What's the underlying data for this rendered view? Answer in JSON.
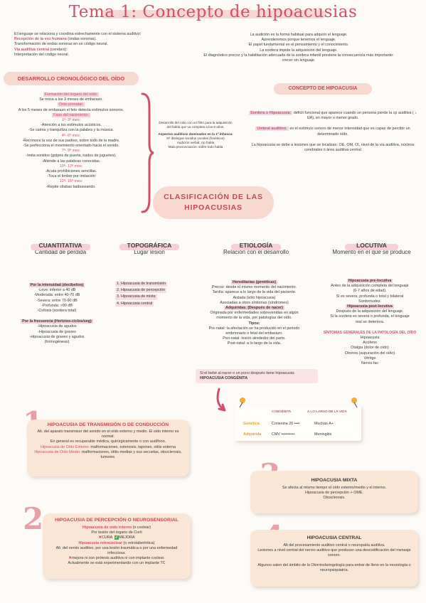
{
  "title": "Tema 1: Concepto de hipoacusias",
  "intro_left": {
    "line1": "El lenguaje se relaciona y coordina estrechamente con el sistema auditivo:",
    "line2_a": "Recepción de la voz humana",
    "line2_b": " (ondas sonoras).",
    "line3": "Transformación de ondas sonoras en un código neural.",
    "line4_a": "Vía auditiva central",
    "line4_b": " (cerebro):",
    "line5": "Interpretación del código neural."
  },
  "intro_right": [
    "La audición es la forma habitual para adquirir el lenguaje.",
    "Aprenderemos porque tenemos el lenguaje.",
    "El papel fundamental en el pensamiento y el conocimiento.",
    "La sordera impide la adquisición del lenguaje.",
    "El diagnóstico precoz y la habilitación adecuada de la sordera infantil previene la consecuencia más importante:",
    "crecer sin lenguaje."
  ],
  "desarrollo": {
    "title": "DESARROLLO CRONOLÓGICO DEL OÍDO",
    "items": [
      {
        "t": "Formación del órgano del oído:",
        "h": true
      },
      {
        "t": "Se inicia a los 3 meses de embarazo.",
        "h": false
      },
      {
        "t": "Oído prenatal:",
        "h": true
      },
      {
        "t": "A los 5 meses de embarazo el feto detecta estímulos sonoros.",
        "h": false
      },
      {
        "t": "Fase del nacimiento:",
        "h": true
      },
      {
        "t": "1º- 3º mes:",
        "h": "pink"
      },
      {
        "t": "-Atención a los estímulos acústicos.",
        "h": false
      },
      {
        "t": "-Se calma y tranquiliza con la palabra y la música.",
        "h": false
      },
      {
        "t": "4º- 6º mes:",
        "h": "pink"
      },
      {
        "t": "-Reconoce la voz de sus padres, sobre todo de la madre.",
        "h": false
      },
      {
        "t": "-Se perfecciona el movimiento orientado hacia el sonido.",
        "h": false
      },
      {
        "t": "7º- 9º mes:",
        "h": "pink"
      },
      {
        "t": "-Imita sonidos (golpes de puerta, ruidos de juguetes).",
        "h": false
      },
      {
        "t": "-Atiende a las palabras conocidas.",
        "h": false
      },
      {
        "t": "10º- 12º mes:",
        "h": "pink"
      },
      {
        "t": "-Acata prohibiciones sencillas.",
        "h": false
      },
      {
        "t": "-Toca el timbre por imitación",
        "h": false
      },
      {
        "t": "12º- 15º mes:",
        "h": "pink"
      },
      {
        "t": "-Repite sílabas balbuceando.",
        "h": false
      }
    ],
    "side_note": [
      "Desarrollo del oído con un filtro para la adquisición",
      "del habla que va completo a los 6 años.",
      "",
      "Aspectos auditivos dominados en la 1ª infancia:",
      "Nº distingue sonidos vocales (fonéticos)",
      "Audición verbal: cip habla",
      "Mala pronunciación: sobre todo habla"
    ]
  },
  "concepto": {
    "title": "CONCEPTO DE HIPOACUSIA",
    "p1_label": "Sordera o Hipoacusia:",
    "p1_text": " déficit funcional que aparece cuando un persona pierde la cp auditiva ( ↓ UA), en mayor o menor grado.",
    "p2_label": "Umbral auditivo:",
    "p2_text": " es el estímulo sonoro de menor intensidad que es capaz de percibir un determinado oído.",
    "p3": "La hipoacusia se debe a lesiones que se localizan: OE, OM, OI, nivel de la vía auditiva, núcleos cerebrales o área auditiva central"
  },
  "clasificacion_title": "CLASIFICACIÓN DE LAS HIPOACUSIAS",
  "categories": [
    {
      "title": "CUANTITATIVA",
      "sub": "Cantidad de pérdida"
    },
    {
      "title": "TOPOGRÁFICA",
      "sub": "Lugar lesión"
    },
    {
      "title": "ETIOLOGÍA",
      "sub": "Relación con el desarrollo"
    },
    {
      "title": "LOCUTIVA",
      "sub": "Momento en el que se produce"
    }
  ],
  "cuantitativa": {
    "h1": "Por la intensidad (decibelios)",
    "l1": [
      "-Leve: inferior a 40 dB",
      "-Moderada: entre 40-70 dB",
      "-Severa: entre 70-90 dB",
      "-Profunda: >90 dB",
      "-Cofosis (sordera total)"
    ],
    "h2": "Por la frecuencia (Hertzios-ciclos/seg)",
    "l2": [
      "-Hipoacusia de agudos",
      "-Hipoacusia de graves",
      "-Hipoacusia de graves y agudos",
      "(homogéneas)"
    ]
  },
  "topografica": [
    "1. Hipoacusia de transmisión",
    "2. Hipoacusia de percepción",
    "3. Hipoacusia de mixta",
    "4. Hipoacusia central"
  ],
  "etiologia": {
    "h1": "Hereditarias (genéticas)",
    "l1": [
      "Precoz: desde el mismo momento del nacimiento.",
      "Tardía: aparece a lo largo de la vida del paciente.",
      "Aislada (sólo hipoacusia)",
      "Asociadas a otros síntomas (síndromes)"
    ],
    "h2": "Adquiridas. (Después de nacer)",
    "l2": [
      "Originada por enfermedades sobrevenidas en algún",
      "momento de la vida, por patologías del oído."
    ],
    "h3": "Tipos:",
    "l3": [
      "Pre-natal: la afectación se ha producido en el periodo",
      "embrionario o fetal del embarazo.",
      "Peri-natal: lesión alrededor del parto.",
      "Post-natal: a lo largo de la vida."
    ]
  },
  "locutiva": {
    "h1": "Hipoacusia pre-locutiva",
    "l1": [
      "Antes de la adquisición completa del lenguaje",
      "(6-7 años de edad).",
      "Si es severa, profunda o total y bilateral",
      "Sordomudez."
    ],
    "h2": "Hipoacusia post-locutiva",
    "l2": [
      "Después de la adquisición del lenguaje.",
      "Si la sordera es severa o profunda, el lenguaje",
      "oral se deteriora."
    ],
    "sintomas_title": "SÍNTOMAS GENERALES DE LA PATOLOGÍA DEL OÍDO",
    "sintomas": [
      "Hipoacusia",
      "Acúfeno",
      "Otalgia (dolor de oído)",
      "Otorrea (supuración del oído)",
      "Vértigo",
      "Nervio fac"
    ]
  },
  "congenita_note": {
    "l1": "Si el bebé al nacer o un poco después tiene hipoacusia:",
    "l2": "HIPOACUSIA CONGÉNITA"
  },
  "congenita_table": {
    "col1": "CONGÉNITA",
    "col2": "A LO LARGO DE LA VIDA",
    "r1_label": "Genética",
    "r1_a": "Conexina 26 ••••",
    "r1_b": "Muchas A+",
    "r2_label": "Adquirida",
    "r2_a": "CMV ••••••••••",
    "r2_b": "Meningitis"
  },
  "boxes": {
    "n1": "1",
    "b1_title": "HIPOACUSIA DE TRANSMISIÓN O DE CONDUCCIÓN",
    "b1_l1": "Alt. del aparato transmisor del sonido en el oído externo y medio. El oído interno es normal.",
    "b1_l2": "En general es recuperable médica, quirúrgicamente o con audífono.",
    "b1_l3a": "Hipoacusia de Oído Externo:",
    "b1_l3b": " malformaciones, estenosis, tapones, otitis externa",
    "b1_l4a": "Hipoacusia de Oído Medio:",
    "b1_l4b": " malformaciones, otitis medias y sus secuelas, otosclerosis, tumores.",
    "n2": "2",
    "b2_title": "HIPOACUSIA DE PERCEPCIÓN O NEUROSENSORIAL",
    "b2_l1": "Hipoacusia de oído interno",
    "b2_l1b": " (o coclear)",
    "b2_l2": "Por lesión del órgano de Corti",
    "b2_cura": "CURA",
    "b2_mejora": "MEJORA",
    "b2_l3": "Hipoacusia retrococlear",
    "b2_l3b": " (o retrolaberíntica)",
    "b2_l4": "Alt. del nervio auditivo, por una lesión traumática o por una enfermedad infecciosa.",
    "b2_l5": "mejora ni con prótesis auditiva ni con implante coclear.",
    "b2_l6": "Actualmente se está experimentando con un implante TC",
    "n3": "3",
    "b3_title": "HIPOACUSIA MIXTA",
    "b3_l1": "Se afecta al mismo tiempo el oído externo/medio y el interno.",
    "b3_l2": "Hipoacusia de percepción + OME.",
    "b3_l3": "Otosclerosis.",
    "n4": "4",
    "b4_title": "HIPOACUSIA CENTRAL",
    "b4_l1": "Alt del procesamiento auditivo central o neuropatía auditiva.",
    "b4_l2": "Lesiones a nivel central del nervio auditivo que producen una descodificación del mensaje sonoro.",
    "b4_l3": "Algunos salen del ámbito de la Otorrinolaringología para entrar de lleno en la neurología o neuropsiquiatría."
  },
  "colors": {
    "accent": "#d0506a",
    "peach": "#f9e6d4",
    "pink": "#f6cfd8"
  }
}
